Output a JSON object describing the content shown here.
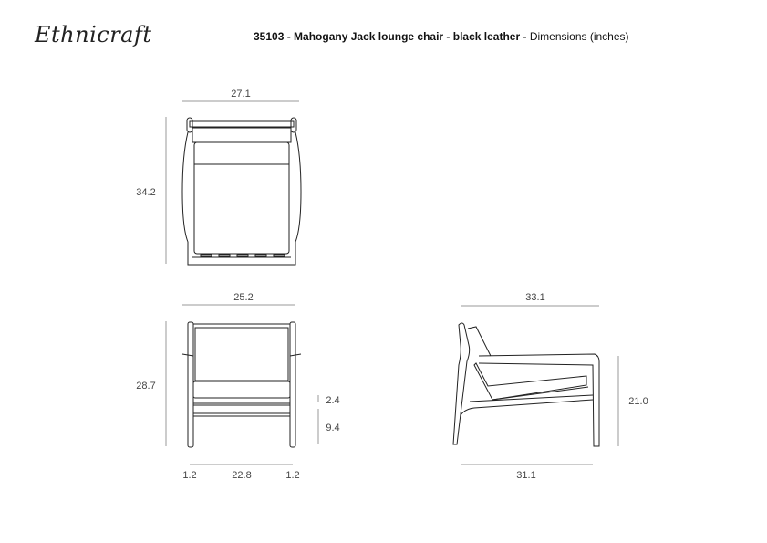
{
  "header": {
    "logo": "Ethnicraft",
    "product_code": "35103",
    "product_name": "Mahogany Jack lounge chair",
    "finish": "black leather",
    "suffix": "Dimensions (inches)",
    "sep": " - "
  },
  "top_view": {
    "width": "27.1",
    "depth": "34.2"
  },
  "front_view": {
    "width": "25.2",
    "height": "28.7",
    "cushion": "2.4",
    "seat_height": "9.4",
    "leg_left": "1.2",
    "inner_width": "22.8",
    "leg_right": "1.2"
  },
  "side_view": {
    "depth": "33.1",
    "arm_height": "21.0",
    "base_depth": "31.1"
  }
}
